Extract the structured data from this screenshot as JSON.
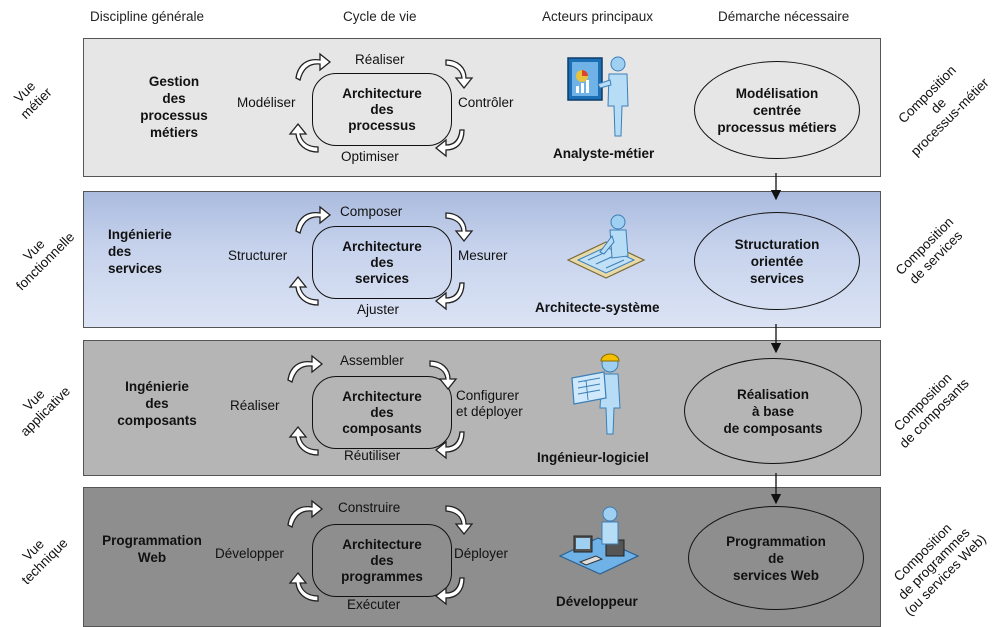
{
  "headers": [
    "Discipline générale",
    "Cycle de vie",
    "Acteurs principaux",
    "Démarche nécessaire"
  ],
  "rows": [
    {
      "vue": [
        "Vue",
        "métier"
      ],
      "discipline": [
        "Gestion",
        "des",
        "processus",
        "métiers"
      ],
      "cycle": {
        "top": "Réaliser",
        "left": "Modéliser",
        "right": [
          "Contrôler"
        ],
        "bottom": "Optimiser"
      },
      "architecture": [
        "Architecture",
        "des",
        "processus"
      ],
      "actor": "Analyste-métier",
      "actor_icon": "analyst-presenting-icon",
      "demarche": [
        "Modélisation",
        "centrée",
        "processus métiers"
      ],
      "composition": [
        "Composition",
        "de",
        "processus-métier"
      ]
    },
    {
      "vue": [
        "Vue",
        "fonctionnelle"
      ],
      "discipline": [
        "Ingénierie",
        "des",
        "services"
      ],
      "cycle": {
        "top": "Composer",
        "left": "Structurer",
        "right": [
          "Mesurer"
        ],
        "bottom": "Ajuster"
      },
      "architecture": [
        "Architecture",
        "des",
        "services"
      ],
      "actor": "Architecte-système",
      "actor_icon": "architect-drawing-table-icon",
      "demarche": [
        "Structuration",
        "orientée",
        "services"
      ],
      "composition": [
        "Composition",
        "de services"
      ]
    },
    {
      "vue": [
        "Vue",
        "applicative"
      ],
      "discipline": [
        "Ingénierie",
        "des",
        "composants"
      ],
      "cycle": {
        "top": "Assembler",
        "left": "Réaliser",
        "right": [
          "Configurer",
          "et déployer"
        ],
        "bottom": "Réutiliser"
      },
      "architecture": [
        "Architecture",
        "des",
        "composants"
      ],
      "actor": "Ingénieur-logiciel",
      "actor_icon": "engineer-blueprint-icon",
      "demarche": [
        "Réalisation",
        "à base",
        "de composants"
      ],
      "composition": [
        "Composition",
        "de composants"
      ]
    },
    {
      "vue": [
        "Vue",
        "technique"
      ],
      "discipline": [
        "Programmation",
        "Web"
      ],
      "cycle": {
        "top": "Construire",
        "left": "Développer",
        "right": [
          "Déployer"
        ],
        "bottom": "Exécuter"
      },
      "architecture": [
        "Architecture",
        "des",
        "programmes"
      ],
      "actor": "Développeur",
      "actor_icon": "developer-workstation-icon",
      "demarche": [
        "Programmation",
        "de",
        "services Web"
      ],
      "composition": [
        "Composition",
        "de programmes",
        "(ou services Web)"
      ]
    }
  ],
  "colors": {
    "band_metier": "#e6e6e6",
    "band_fonctionnelle": "#c6d2ec",
    "band_applicative": "#b5b5b5",
    "band_technique": "#8e8e8e",
    "outline": "#111111"
  }
}
